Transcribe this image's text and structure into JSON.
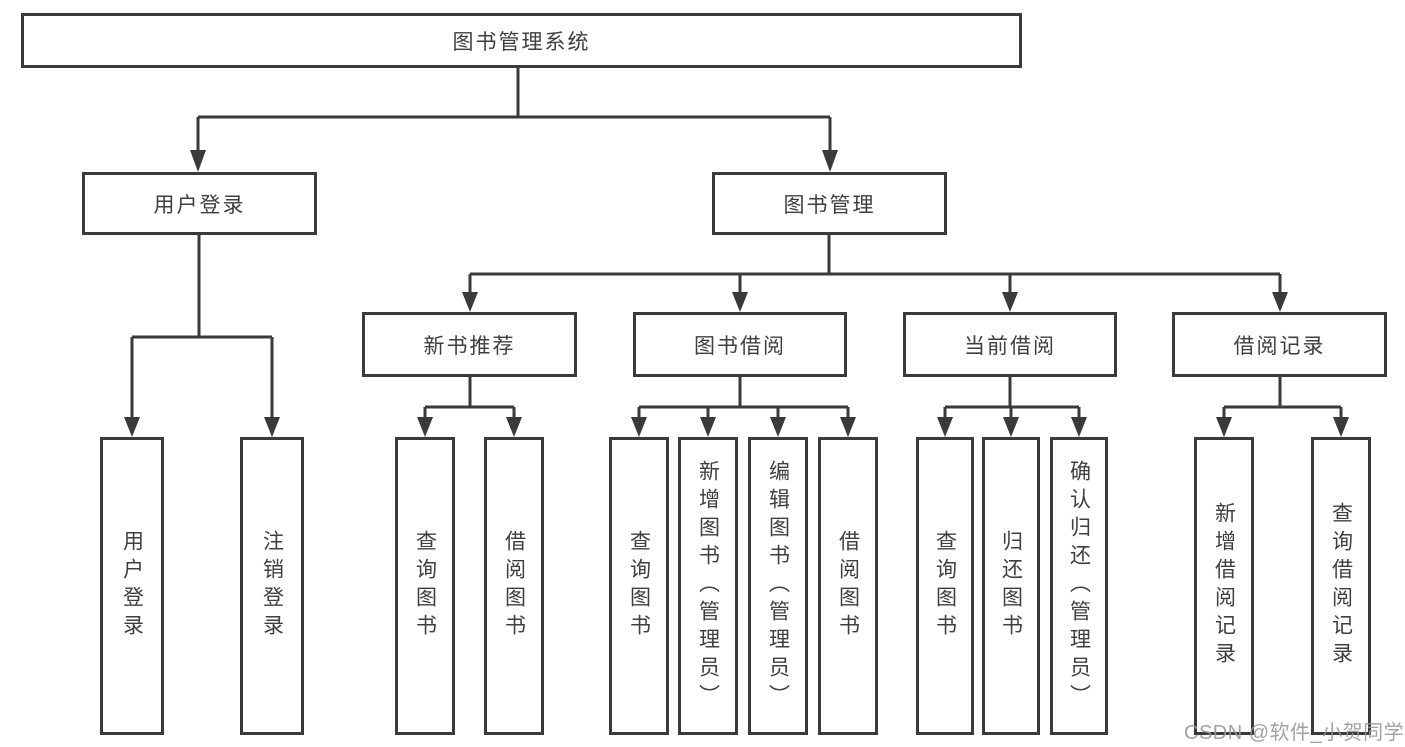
{
  "diagram": {
    "root": {
      "label": "图书管理系统"
    },
    "branches": [
      {
        "label": "用户登录",
        "children": [
          {
            "label": "用户登录"
          },
          {
            "label": "注销登录"
          }
        ]
      },
      {
        "label": "图书管理",
        "groups": [
          {
            "label": "新书推荐",
            "children": [
              {
                "label": "查询图书"
              },
              {
                "label": "借阅图书"
              }
            ]
          },
          {
            "label": "图书借阅",
            "children": [
              {
                "label": "查询图书"
              },
              {
                "label": "新增图书（管理员）"
              },
              {
                "label": "编辑图书（管理员）"
              },
              {
                "label": "借阅图书"
              }
            ]
          },
          {
            "label": "当前借阅",
            "children": [
              {
                "label": "查询图书"
              },
              {
                "label": "归还图书"
              },
              {
                "label": "确认归还（管理员）"
              }
            ]
          },
          {
            "label": "借阅记录",
            "children": [
              {
                "label": "新增借阅记录"
              },
              {
                "label": "查询借阅记录"
              }
            ]
          }
        ]
      }
    ]
  },
  "watermark": {
    "text": "CSDN @软件_小贺同学"
  },
  "colors": {
    "line": "#3a3a3a",
    "text": "#3f3f3f",
    "watermark": "#989898",
    "background": "#ffffff"
  }
}
